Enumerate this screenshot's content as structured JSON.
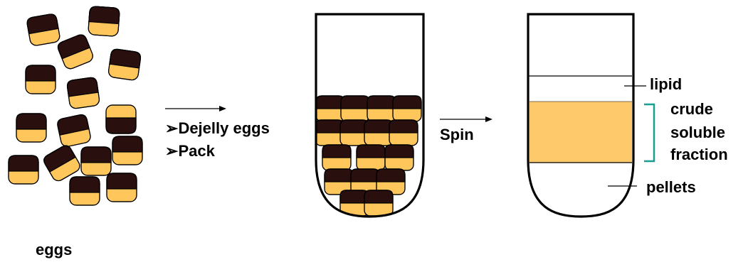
{
  "labels": {
    "eggs": "eggs",
    "step1": "Dejelly eggs",
    "step2": "Pack",
    "bullet": "➢",
    "spin": "Spin",
    "lipid": "lipid",
    "crude_soluble_fraction": [
      "crude",
      "soluble",
      "fraction"
    ],
    "pellets": "pellets"
  },
  "colors": {
    "egg_yolk": "#ffc65c",
    "egg_pigment": "#2a0f0f",
    "outline": "#000000",
    "fraction_fill": "#fdc96a",
    "bracket": "#1a9e93"
  }
}
